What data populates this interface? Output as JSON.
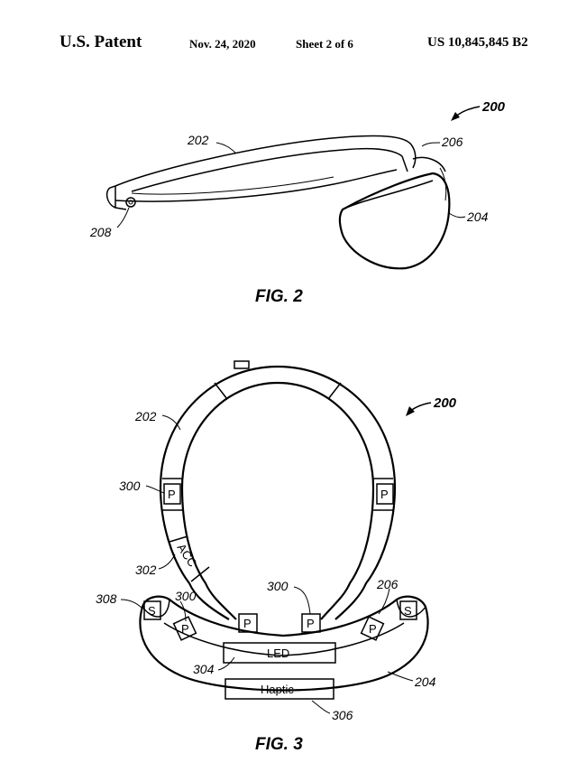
{
  "header": {
    "left": "U.S. Patent",
    "date": "Nov. 24, 2020",
    "sheet": "Sheet 2 of 6",
    "patent_number": "US 10,845,845 B2"
  },
  "fig2": {
    "caption": "FIG. 2",
    "refs": {
      "r200": "200",
      "r202": "202",
      "r204": "204",
      "r206": "206",
      "r208": "208"
    }
  },
  "fig3": {
    "caption": "FIG. 3",
    "refs": {
      "r200": "200",
      "r202": "202",
      "r300_left": "300",
      "r302": "302",
      "r308": "308",
      "r300_lower": "300",
      "r300_center": "300",
      "r206": "206",
      "r304": "304",
      "r204": "204",
      "r306": "306"
    },
    "labels": {
      "p": "P",
      "s": "S",
      "acc": "ACC",
      "led": "LED",
      "haptic": "Haptic"
    }
  }
}
